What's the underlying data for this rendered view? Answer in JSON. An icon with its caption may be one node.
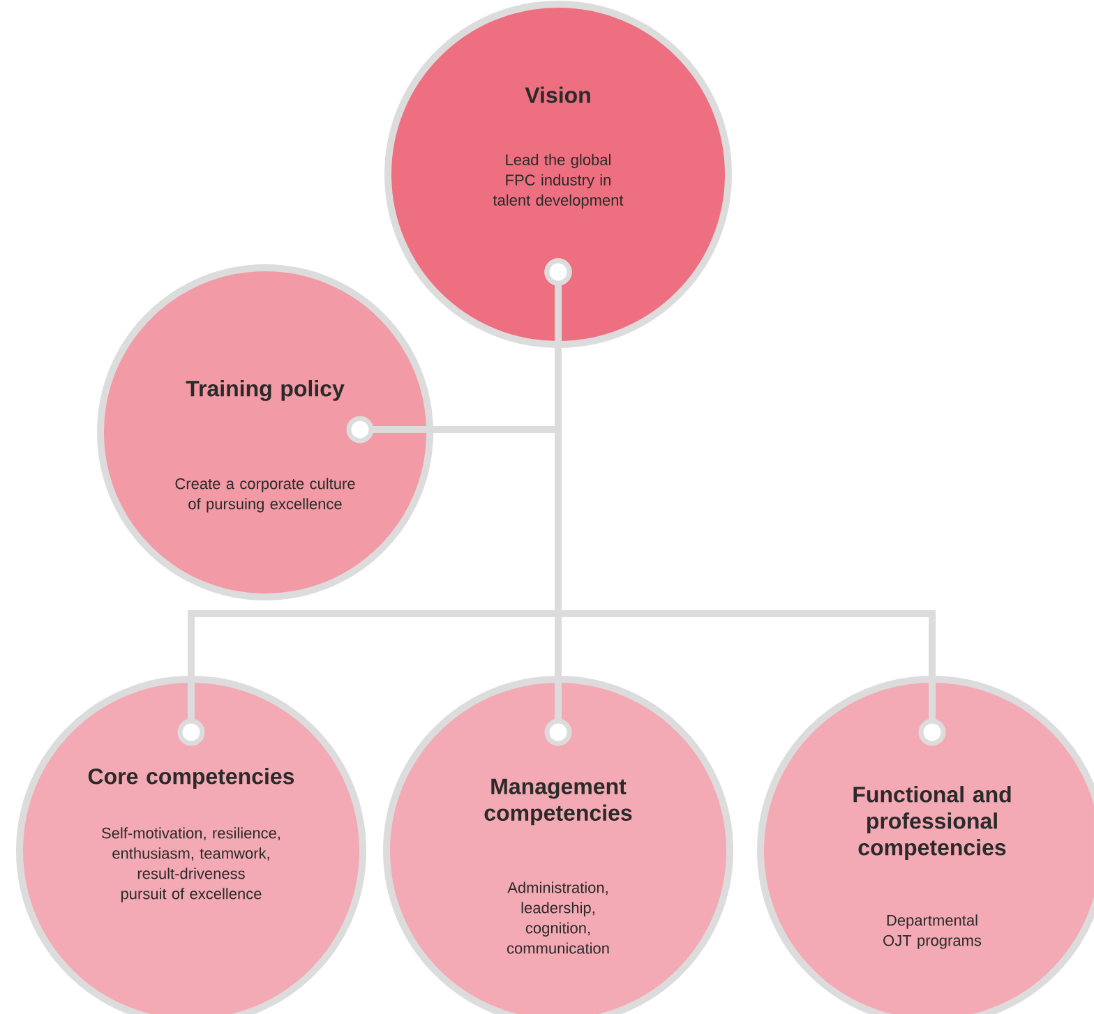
{
  "diagram": {
    "nodes": [
      {
        "text": [
          "Vision",
          "Lead the global FPC industry in talent development"
        ]
      },
      {
        "text": [
          "Training policy",
          "Create a corporate culture of pursuing excellence"
        ]
      },
      {
        "text": [
          "Core competencies",
          "Self-motivation, resilience, enthusiasm, teamwork, result-driveness pursuit of excellence"
        ]
      },
      {
        "text": [
          "Management competencies",
          "Administration, leadership, cognition, communication"
        ]
      },
      {
        "text": [
          "Functional and professional competencies",
          "Departmental OJT programs"
        ]
      }
    ],
    "edges": [
      {
        "from": 0,
        "to": 1,
        "arrow": "other"
      },
      {
        "from": 0,
        "to": 2,
        "arrow": "other"
      },
      {
        "from": 0,
        "to": 3,
        "arrow": "other"
      },
      {
        "from": 0,
        "to": 4,
        "arrow": "other"
      }
    ]
  }
}
